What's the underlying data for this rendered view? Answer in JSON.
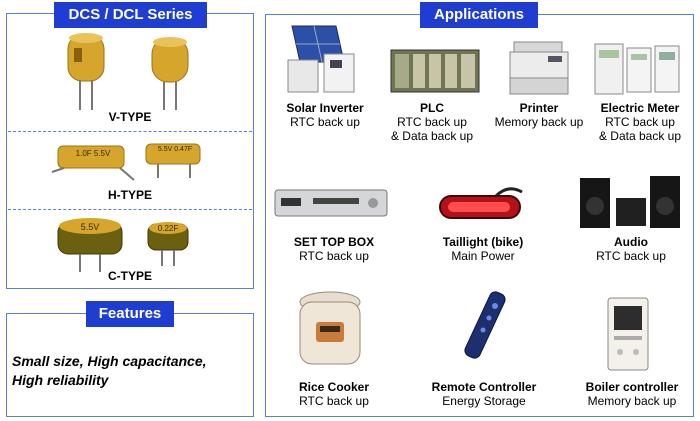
{
  "series_panel": {
    "title": "DCS / DCL Series",
    "types": [
      {
        "label": "V-TYPE",
        "markings": [
          "",
          ""
        ]
      },
      {
        "label": "H-TYPE",
        "markings": [
          "1.0F 5.5V",
          "5.5V 0.47F"
        ]
      },
      {
        "label": "C-TYPE",
        "markings": [
          "5.5V",
          "0.22F"
        ]
      }
    ]
  },
  "features_panel": {
    "title": "Features",
    "line1": "Small size, High capacitance,",
    "line2": "High reliability"
  },
  "applications_panel": {
    "title": "Applications",
    "items": [
      {
        "name": "Solar Inverter",
        "desc1": "RTC back up",
        "desc2": ""
      },
      {
        "name": "PLC",
        "desc1": "RTC back up",
        "desc2": "& Data back up"
      },
      {
        "name": "Printer",
        "desc1": "Memory back up",
        "desc2": ""
      },
      {
        "name": "Electric Meter",
        "desc1": "RTC back up",
        "desc2": "& Data back up"
      },
      {
        "name": "SET TOP BOX",
        "desc1": "RTC back up",
        "desc2": ""
      },
      {
        "name": "Taillight (bike)",
        "desc1": "Main Power",
        "desc2": ""
      },
      {
        "name": "Audio",
        "desc1": "RTC back up",
        "desc2": ""
      },
      {
        "name": "Rice Cooker",
        "desc1": "RTC back up",
        "desc2": ""
      },
      {
        "name": "Remote Controller",
        "desc1": "Energy Storage",
        "desc2": ""
      },
      {
        "name": "Boiler controller",
        "desc1": "Memory back up",
        "desc2": ""
      }
    ]
  },
  "colors": {
    "accent": "#1f3ed1",
    "border": "#5b7fd6",
    "capacitor_gold": "#d6a62c"
  }
}
